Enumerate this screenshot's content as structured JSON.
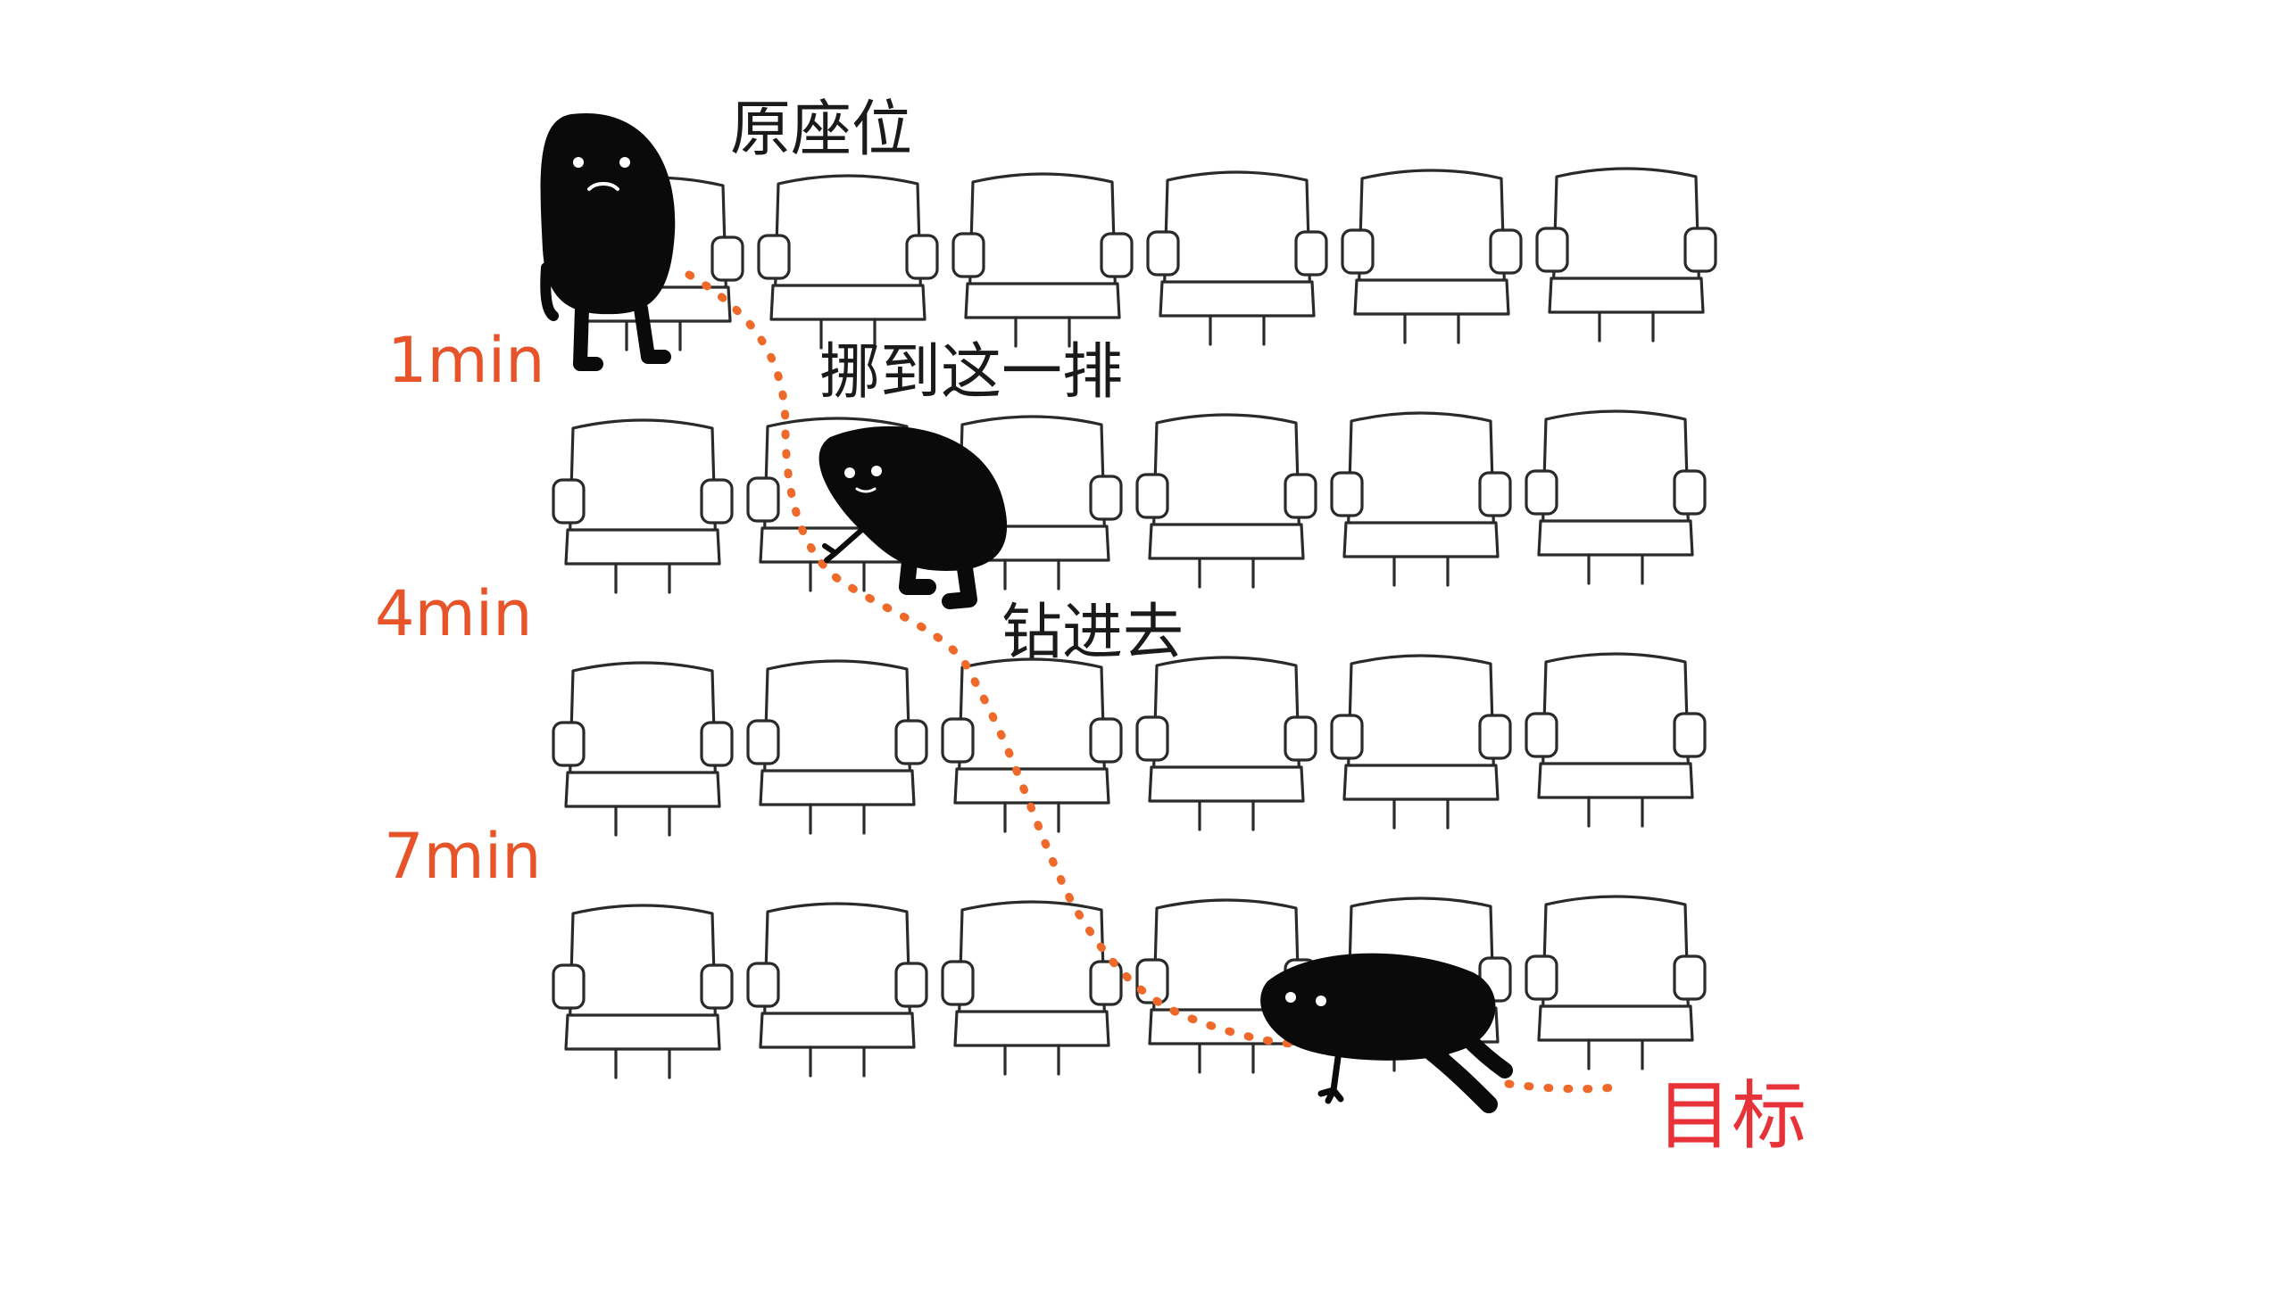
{
  "labels": {
    "original_seat": "原座位",
    "move_to_row": "挪到这一排",
    "crawl_in": "钻进去",
    "target": "目标"
  },
  "times": [
    "1min",
    "4min",
    "7min"
  ],
  "colors": {
    "path": "#ef6a2a",
    "time_label": "#e8542a",
    "target_label": "#e8323a",
    "figure": "#0a0a0a",
    "seat_outline": "#2a2a2a",
    "background": "#ffffff"
  },
  "seating": {
    "rows": 4,
    "columns": 6
  }
}
